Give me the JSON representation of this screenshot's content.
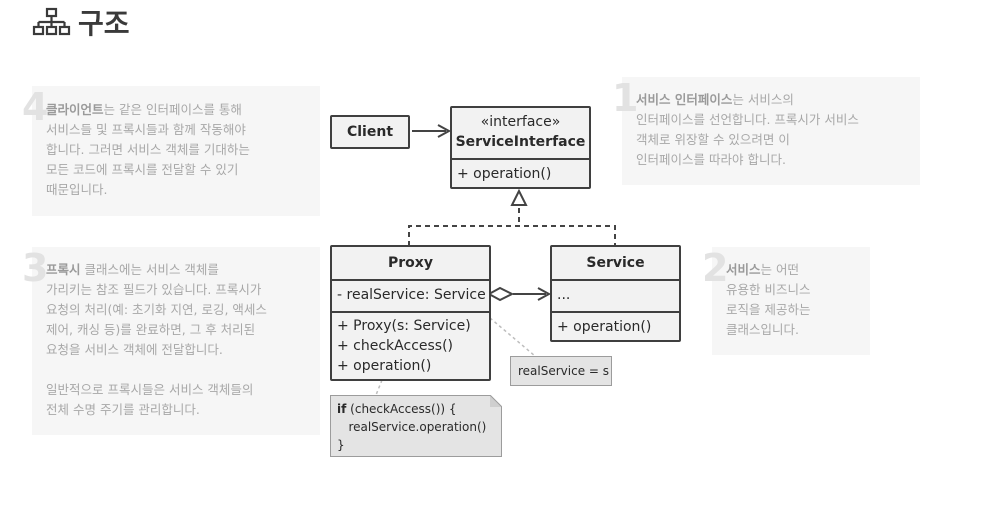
{
  "page": {
    "title": "구조",
    "icon": "structure-hierarchy-icon"
  },
  "notes": [
    {
      "number": "4",
      "bold": "클라이언트",
      "text": "는 같은 인터페이스를 통해\n서비스들 및 프록시들과 함께 작동해야\n합니다. 그러면 서비스 객체를 기대하는\n모든 코드에 프록시를 전달할 수 있기\n때문입니다."
    },
    {
      "number": "1",
      "bold": "서비스 인터페이스",
      "text": "는 서비스의\n인터페이스를 선언합니다. 프록시가 서비스\n객체로 위장할 수 있으려면 이\n인터페이스를 따라야 합니다."
    },
    {
      "number": "3",
      "bold": "프록시",
      "text": " 클래스에는 서비스 객체를\n가리키는 참조 필드가 있습니다. 프록시가\n요청의 처리(예: 초기화 지연, 로깅, 액세스\n제어, 캐싱 등)를 완료하면, 그 후 처리된\n요청을 서비스 객체에 전달합니다.\n\n일반적으로 프록시들은 서비스 객체들의\n전체 수명 주기를 관리합니다."
    },
    {
      "number": "2",
      "bold": "서비스",
      "text": "는 어떤\n유용한 비즈니스\n로직을 제공하는\n클래스입니다."
    }
  ],
  "diagram": {
    "client": {
      "name": "Client"
    },
    "service_interface": {
      "stereotype": "«interface»",
      "name": "ServiceInterface",
      "methods": [
        "+ operation()"
      ]
    },
    "proxy": {
      "name": "Proxy",
      "fields": [
        "- realService: Service"
      ],
      "methods": [
        "+ Proxy(s: Service)",
        "+ checkAccess()",
        "+ operation()"
      ]
    },
    "service": {
      "name": "Service",
      "fields": [
        "..."
      ],
      "methods": [
        "+ operation()"
      ]
    },
    "assign_note": "realService = s",
    "code_note": {
      "keyword": "if",
      "line1_rest": " (checkAccess()) {",
      "line2": "   realService.operation()",
      "line3": "}"
    }
  }
}
